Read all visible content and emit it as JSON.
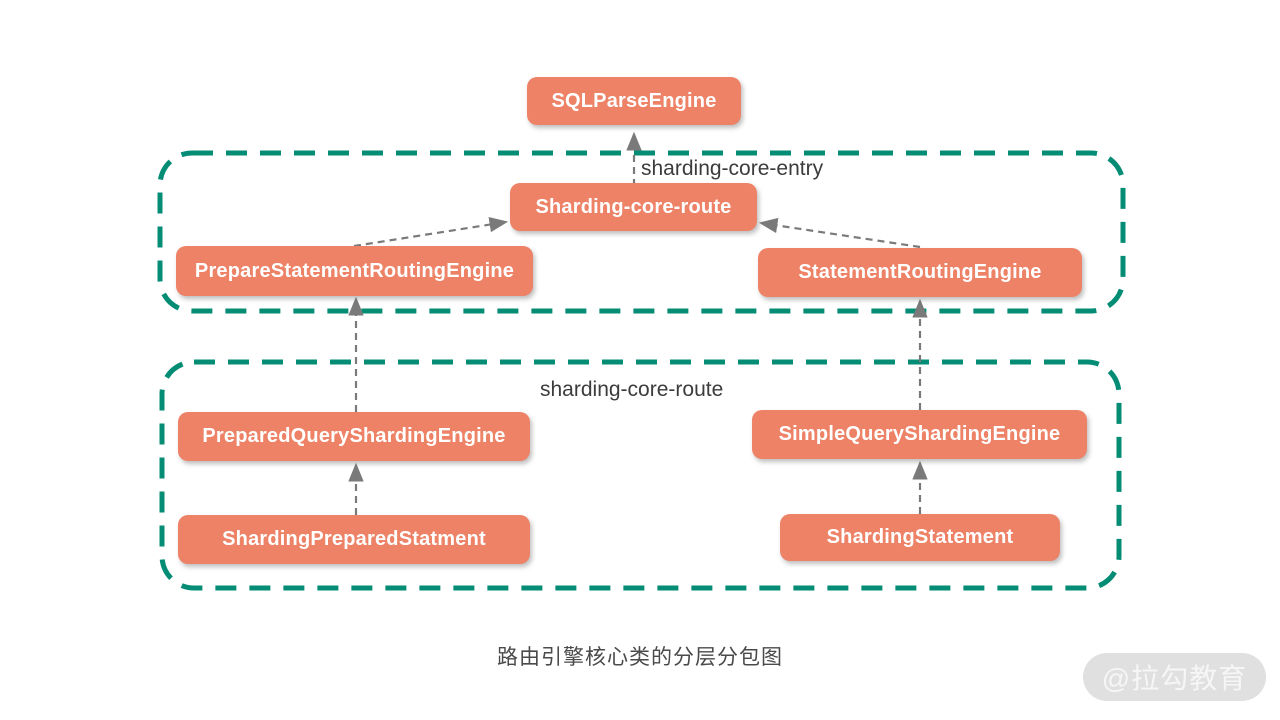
{
  "diagram": {
    "caption": "路由引擎核心类的分层分包图",
    "watermark": "@拉勾教育",
    "groups": {
      "entry": {
        "label": "sharding-core-entry"
      },
      "route": {
        "label": "sharding-core-route"
      }
    },
    "nodes": {
      "sqlParseEngine": {
        "label": "SQLParseEngine"
      },
      "shardingCoreRoute": {
        "label": "Sharding-core-route"
      },
      "prepareStatementRoutingEngine": {
        "label": "PrepareStatementRoutingEngine"
      },
      "statementRoutingEngine": {
        "label": "StatementRoutingEngine"
      },
      "preparedQueryShardingEngine": {
        "label": "PreparedQueryShardingEngine"
      },
      "simpleQueryShardingEngine": {
        "label": "SimpleQueryShardingEngine"
      },
      "shardingPreparedStatment": {
        "label": "ShardingPreparedStatment"
      },
      "shardingStatement": {
        "label": "ShardingStatement"
      }
    },
    "edges": [
      {
        "from": "Sharding-core-route",
        "to": "SQLParseEngine",
        "style": "dashed-arrow"
      },
      {
        "from": "PrepareStatementRoutingEngine",
        "to": "Sharding-core-route",
        "style": "dashed-arrow"
      },
      {
        "from": "StatementRoutingEngine",
        "to": "Sharding-core-route",
        "style": "dashed-arrow"
      },
      {
        "from": "PreparedQueryShardingEngine",
        "to": "PrepareStatementRoutingEngine",
        "style": "dashed-arrow"
      },
      {
        "from": "SimpleQueryShardingEngine",
        "to": "StatementRoutingEngine",
        "style": "dashed-arrow"
      },
      {
        "from": "ShardingPreparedStatment",
        "to": "PreparedQueryShardingEngine",
        "style": "dashed-arrow"
      },
      {
        "from": "ShardingStatement",
        "to": "SimpleQueryShardingEngine",
        "style": "dashed-arrow"
      }
    ],
    "colors": {
      "node_fill": "#ED8266",
      "node_text": "#FFFFFF",
      "group_border": "#048C75",
      "arrow": "#7A7A7A",
      "group_label_text": "#3C3C3C",
      "caption_text": "#4A4A4A",
      "watermark_bg": "#E0E0E0",
      "watermark_text": "#F6F6F6"
    }
  }
}
